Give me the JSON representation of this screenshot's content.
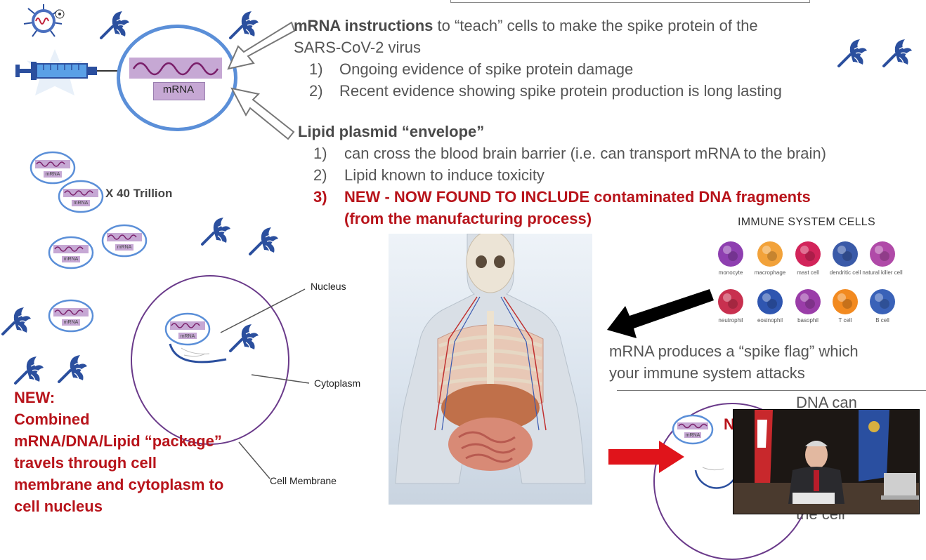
{
  "header": {
    "mrna_bold": "mRNA instructions",
    "mrna_rest": " to “teach” cells to make the spike protein of the",
    "mrna_line2": "SARS-CoV-2 virus",
    "mrna_points": [
      {
        "num": "1)",
        "text": "Ongoing evidence of spike protein damage"
      },
      {
        "num": "2)",
        "text": "Recent evidence showing spike protein production is long lasting"
      }
    ]
  },
  "lipid": {
    "title": "Lipid plasmid “envelope”",
    "points": [
      {
        "num": "1)",
        "text": "can cross the blood brain barrier (i.e. can transport mRNA to the brain)"
      },
      {
        "num": "2)",
        "text": "Lipid known to induce toxicity"
      }
    ],
    "new_num": "3)",
    "new_line1": "NEW - NOW FOUND TO INCLUDE contaminated DNA fragments",
    "new_line2": "(from the manufacturing process)"
  },
  "diagram": {
    "mrna_label": "mRNA",
    "small_mrna_label": "mRNA",
    "multiplier": "X 40 Trillion",
    "nucleus": "Nucleus",
    "cytoplasm": "Cytoplasm",
    "cell_membrane": "Cell Membrane"
  },
  "immune": {
    "title": "IMMUNE SYSTEM CELLS",
    "cells_row1": [
      "monocyte",
      "macrophage",
      "mast cell",
      "dendritic cell",
      "natural killer cell"
    ],
    "cells_row2": [
      "neutrophil",
      "eosinophil",
      "basophil",
      "T cell",
      "B cell"
    ],
    "colors_row1": [
      "#8e3fb0",
      "#f2a23a",
      "#d2245a",
      "#3a5aa8",
      "#b04aa8"
    ],
    "colors_row2": [
      "#c8304f",
      "#2f56b0",
      "#9a3da8",
      "#f28a20",
      "#3a62b8"
    ]
  },
  "spike_note": {
    "line1": "mRNA produces a “spike flag” which",
    "line2": "your immune system attacks"
  },
  "bottom_right": {
    "dna_can": "DNA can",
    "the_cell": "the cell"
  },
  "new_block": {
    "lines": [
      "NEW:",
      "Combined",
      "mRNA/DNA/Lipid  “package”",
      "travels through cell",
      "membrane and cytoplasm to",
      "cell nucleus"
    ]
  },
  "colors": {
    "accent_red": "#b8141b",
    "spike_blue": "#2b4f9e",
    "circle_blue": "#5b8fd8",
    "membrane_purple": "#6a3a8a"
  }
}
